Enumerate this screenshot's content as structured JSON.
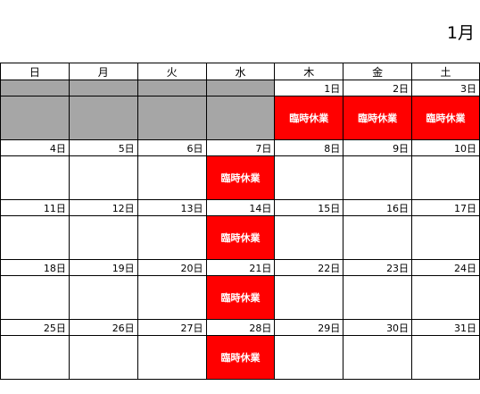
{
  "month_label": "1月",
  "weekdays": [
    "日",
    "月",
    "火",
    "水",
    "木",
    "金",
    "土"
  ],
  "closed_label": "臨時休業",
  "colors": {
    "closed": "#ff0000",
    "blank": "#a6a6a6"
  },
  "weeks": [
    {
      "dates": [
        "",
        "",
        "",
        "",
        "1日",
        "2日",
        "3日"
      ],
      "status": [
        "blank",
        "blank",
        "blank",
        "blank",
        "closed",
        "closed",
        "closed"
      ]
    },
    {
      "dates": [
        "4日",
        "5日",
        "6日",
        "7日",
        "8日",
        "9日",
        "10日"
      ],
      "status": [
        "",
        "",
        "",
        "closed",
        "",
        "",
        ""
      ]
    },
    {
      "dates": [
        "11日",
        "12日",
        "13日",
        "14日",
        "15日",
        "16日",
        "17日"
      ],
      "status": [
        "",
        "",
        "",
        "closed",
        "",
        "",
        ""
      ]
    },
    {
      "dates": [
        "18日",
        "19日",
        "20日",
        "21日",
        "22日",
        "23日",
        "24日"
      ],
      "status": [
        "",
        "",
        "",
        "closed",
        "",
        "",
        ""
      ]
    },
    {
      "dates": [
        "25日",
        "26日",
        "27日",
        "28日",
        "29日",
        "30日",
        "31日"
      ],
      "status": [
        "",
        "",
        "",
        "closed",
        "",
        "",
        ""
      ]
    }
  ]
}
